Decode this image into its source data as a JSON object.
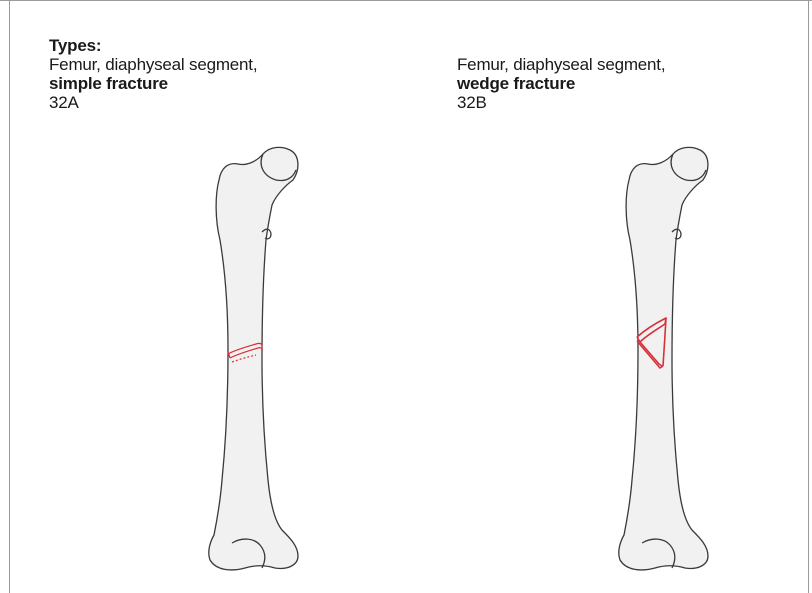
{
  "header": {
    "types_label": "Types:"
  },
  "panels": [
    {
      "region": "Femur, diaphyseal segment,",
      "fracture": "simple fracture",
      "code": "32A",
      "fracture_color": "#d8303a"
    },
    {
      "region": "Femur, diaphyseal segment,",
      "fracture": "wedge fracture",
      "code": "32B",
      "fracture_color": "#d8303a"
    }
  ],
  "colors": {
    "bone_fill": "#f1f1f1",
    "bone_outline": "#3a3a3a",
    "fracture": "#d8303a"
  }
}
